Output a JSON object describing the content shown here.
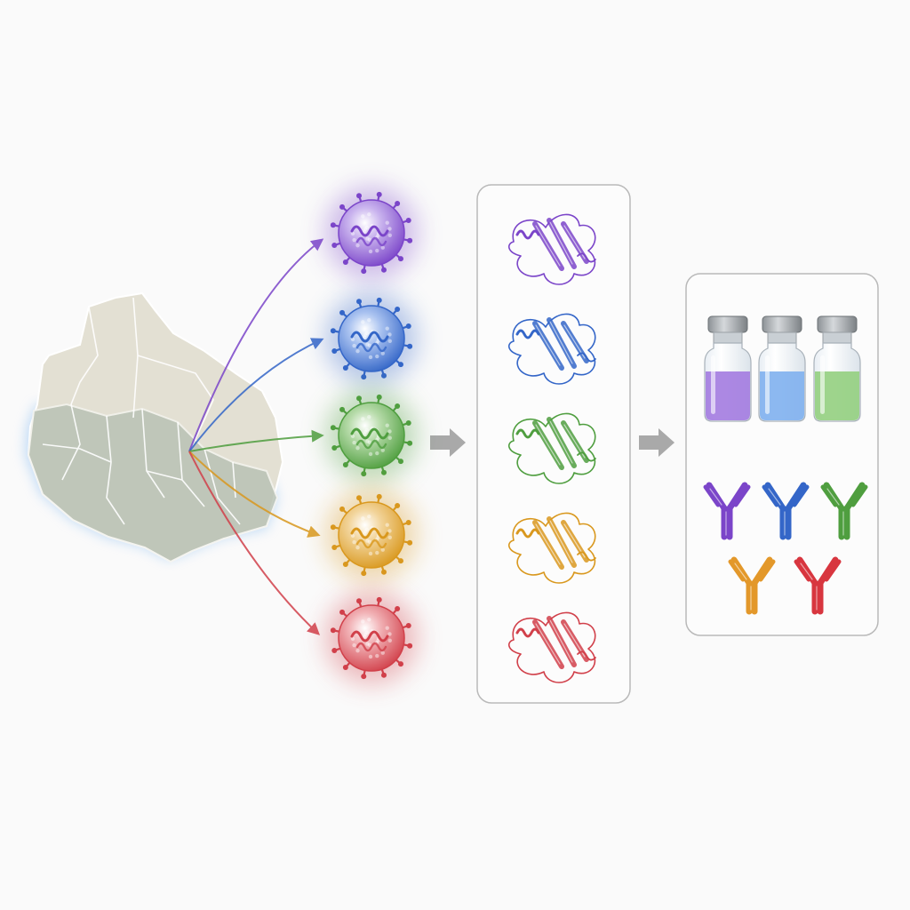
{
  "palette": {
    "background": "#fafafa",
    "panel_border": "#b9b9b9",
    "step_arrow": "#a9a9a9",
    "map_land": "#e3e0d3",
    "map_highlight": "#b9c2b5",
    "map_glow": "#8fbff2"
  },
  "strains": [
    {
      "id": "purple",
      "color": "#7b45c9",
      "light": "#c9b3ee"
    },
    {
      "id": "blue",
      "color": "#3466c8",
      "light": "#a9c2f0"
    },
    {
      "id": "green",
      "color": "#4f9e3f",
      "light": "#b6dba9"
    },
    {
      "id": "orange",
      "color": "#d9981e",
      "light": "#f2d49a"
    },
    {
      "id": "red",
      "color": "#d1404a",
      "light": "#f1b0b4"
    }
  ],
  "vials": [
    {
      "id": "purple",
      "liquid": "#a37be0"
    },
    {
      "id": "blue",
      "liquid": "#7fb0ee"
    },
    {
      "id": "green",
      "liquid": "#93cf80"
    }
  ],
  "antibodies": [
    {
      "id": "purple",
      "color": "#7b45c9"
    },
    {
      "id": "blue",
      "color": "#3466c8"
    },
    {
      "id": "green",
      "color": "#4f9e3f"
    },
    {
      "id": "orange",
      "color": "#e3982a"
    },
    {
      "id": "red",
      "color": "#d8363f"
    }
  ],
  "icons": {
    "map": "west-africa-map-icon",
    "virus": "virus-particle-icon",
    "protein": "protein-structure-icon",
    "vial": "vaccine-vial-icon",
    "antibody": "antibody-icon",
    "step": "right-arrow-icon"
  }
}
